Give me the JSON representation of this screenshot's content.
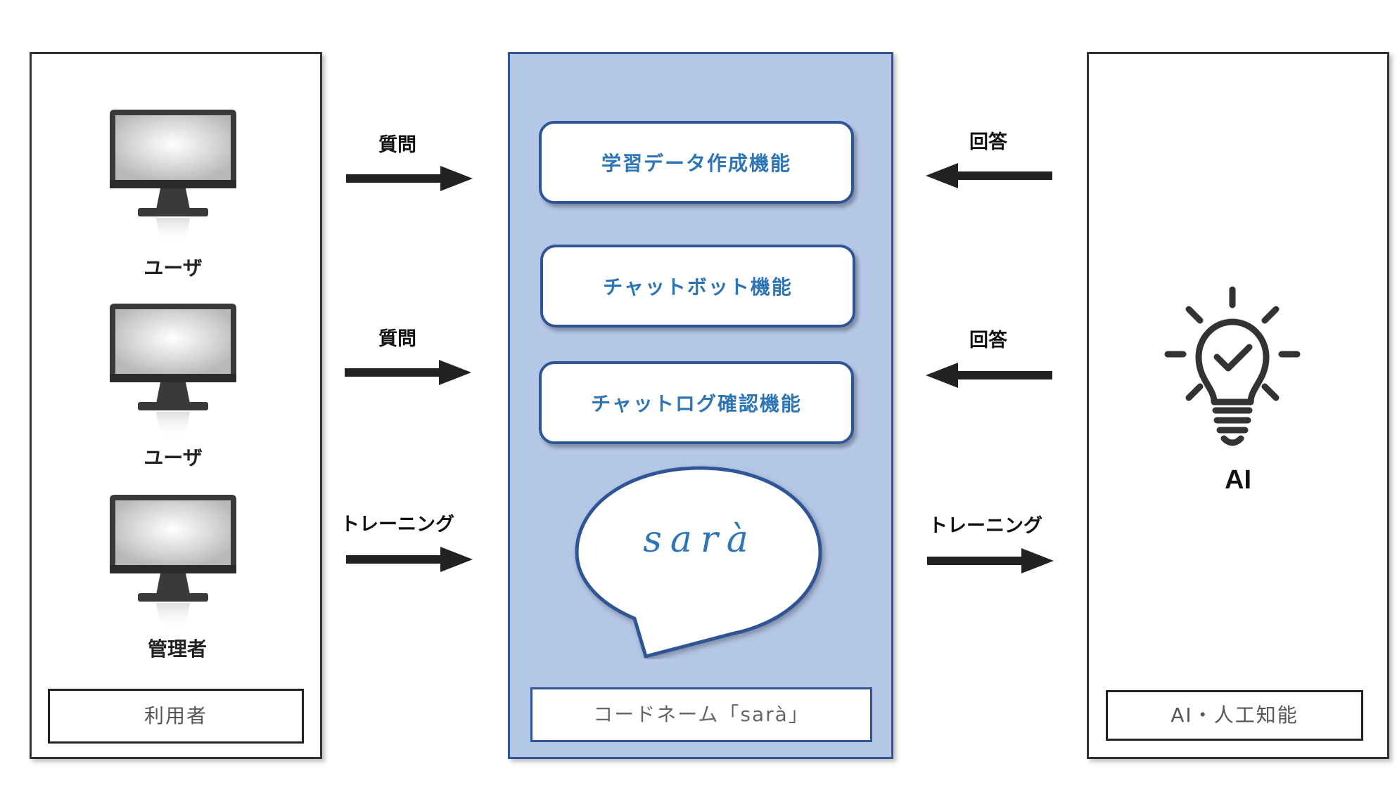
{
  "left_panel": {
    "users": [
      {
        "label": "ユーザ"
      },
      {
        "label": "ユーザ"
      },
      {
        "label": "管理者"
      }
    ],
    "footer": "利用者"
  },
  "middle_panel": {
    "functions": [
      {
        "label": "学習データ作成機能"
      },
      {
        "label": "チャットボット機能"
      },
      {
        "label": "チャットログ確認機能"
      }
    ],
    "bubble_text": "sarà",
    "footer": "コードネーム「sarà」"
  },
  "right_panel": {
    "ai_label": "AI",
    "footer": "AI・人工知能"
  },
  "arrows": {
    "left": [
      {
        "label": "質問"
      },
      {
        "label": "質問"
      },
      {
        "label": "トレーニング"
      }
    ],
    "right": [
      {
        "label": "回答"
      },
      {
        "label": "回答"
      },
      {
        "label": "トレーニング"
      }
    ]
  },
  "colors": {
    "center_fill": "#b4c7e7",
    "center_border": "#2f5597",
    "function_text": "#2e75b6",
    "arrow": "#222222"
  },
  "icons": {
    "user_device": "monitor-icon",
    "ai": "lightbulb-check-icon"
  }
}
